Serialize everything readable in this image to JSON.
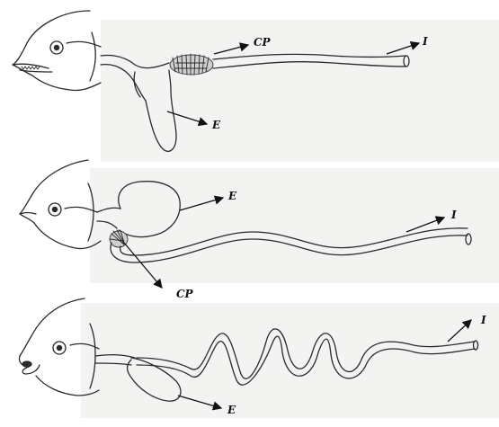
{
  "colors": {
    "ink": "#2a2a2a",
    "panel": "#f3f3f2",
    "background": "#ffffff"
  },
  "panels": [
    {
      "id": "panel-1",
      "labels": {
        "cp": "CP",
        "e": "E",
        "i": "I"
      }
    },
    {
      "id": "panel-2",
      "labels": {
        "e": "E",
        "i": "I",
        "cp": "CP"
      }
    },
    {
      "id": "panel-3",
      "labels": {
        "i": "I",
        "e": "E"
      }
    }
  ]
}
